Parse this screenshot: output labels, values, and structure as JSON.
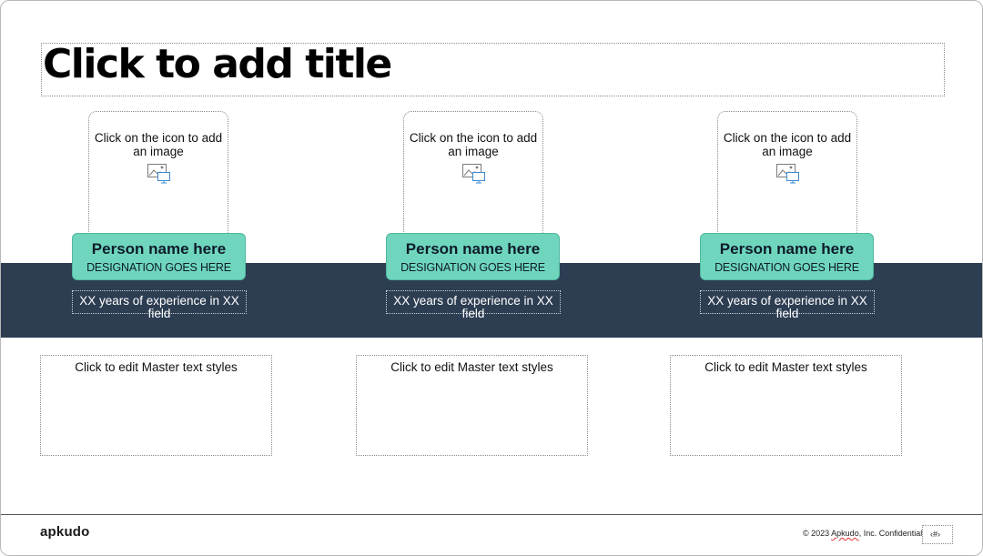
{
  "slide": {
    "title_placeholder": "Click to add title",
    "image_prompt": "Click on the icon to add an image",
    "profiles": [
      {
        "name": "Person name here",
        "designation": "DESIGNATION GOES HERE",
        "experience": "XX years of experience in XX field",
        "body": "Click to edit Master text styles"
      },
      {
        "name": "Person name here",
        "designation": "DESIGNATION GOES HERE",
        "experience": "XX years of experience in XX field",
        "body": "Click to edit Master text styles"
      },
      {
        "name": "Person name here",
        "designation": "DESIGNATION GOES HERE",
        "experience": "XX years of experience in XX field",
        "body": "Click to edit Master text styles"
      }
    ],
    "image_icon": "picture-icon",
    "colors": {
      "band": "#2d3e53",
      "card": "#6fd6bd"
    }
  },
  "footer": {
    "logo": "apkudo",
    "copyright_prefix": "© 2023 ",
    "copyright_brand": "Apkudo",
    "copyright_suffix": ", Inc. Confidential",
    "page_number": "‹#›"
  }
}
